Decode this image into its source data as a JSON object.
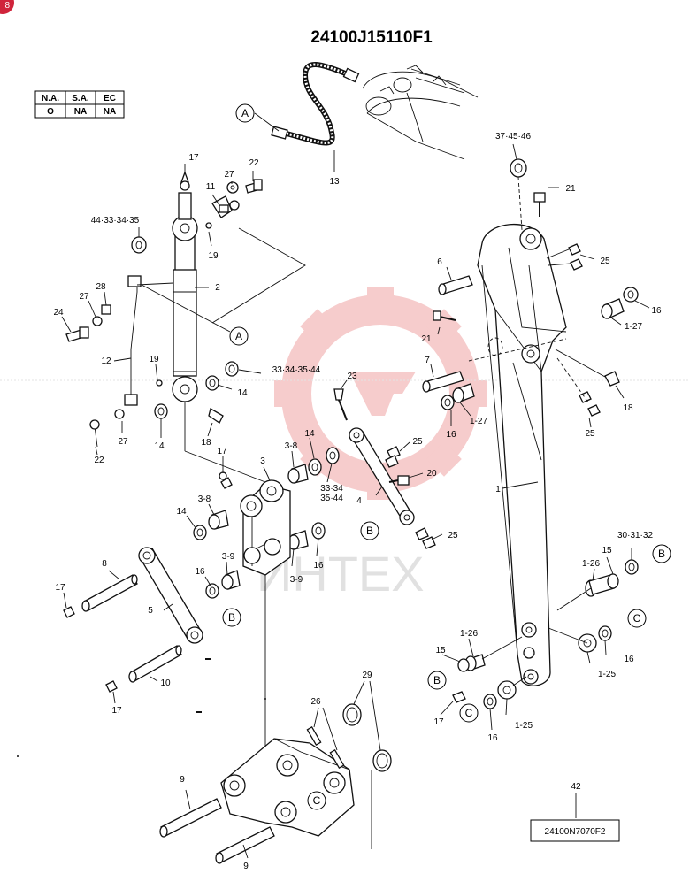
{
  "diagram": {
    "title": "24100J15110F1",
    "table": {
      "headers": [
        "N.A.",
        "S.A.",
        "EC"
      ],
      "values": [
        "O",
        "NA",
        "NA"
      ]
    },
    "badge": "8",
    "watermark": "ИНТЕХ",
    "reference_box": "24100N7070F2",
    "callouts": [
      "A",
      "A",
      "B",
      "B",
      "B",
      "B",
      "C",
      "C",
      "C"
    ],
    "labels": {
      "p17a": "17",
      "p27a": "27",
      "p22a": "22",
      "p11": "11",
      "p44": "44·33·34·35",
      "p19a": "19",
      "p2": "2",
      "p28": "28",
      "p27b": "27",
      "p24": "24",
      "p12": "12",
      "p19b": "19",
      "p33": "33·34·35·44",
      "p14a": "14",
      "p14b": "14",
      "p18a": "18",
      "p27c": "27",
      "p22b": "22",
      "p13": "13",
      "p3746": "37·45·46",
      "p21a": "21",
      "p25a": "25",
      "p6": "6",
      "p16a": "16",
      "p127a": "1-27",
      "p21b": "21",
      "p7": "7",
      "p23": "23",
      "p16b": "16",
      "p127b": "1-27",
      "p18b": "18",
      "p25b": "25",
      "p25c": "25",
      "p14c": "14",
      "p38a": "3-8",
      "p17b": "17",
      "p3": "3",
      "p3334": "33·34",
      "p3544": "35·44",
      "p20": "20",
      "p4": "4",
      "p25d": "25",
      "p1": "1",
      "p38b": "3-8",
      "p14d": "14",
      "p8": "8",
      "p17c": "17",
      "p5": "5",
      "p16c": "16",
      "p39a": "3-9",
      "p39b": "3-9",
      "p16d": "16",
      "p303132": "30·31·32",
      "p15a": "15",
      "p126a": "1-26",
      "p126b": "1-26",
      "p15b": "15",
      "p10": "10",
      "p17d": "17",
      "p16e": "16",
      "p125a": "1-25",
      "p16f": "16",
      "p17e": "17",
      "p125b": "1-25",
      "p29": "29",
      "p26": "26",
      "p9a": "9",
      "p9b": "9",
      "p42": "42"
    }
  }
}
